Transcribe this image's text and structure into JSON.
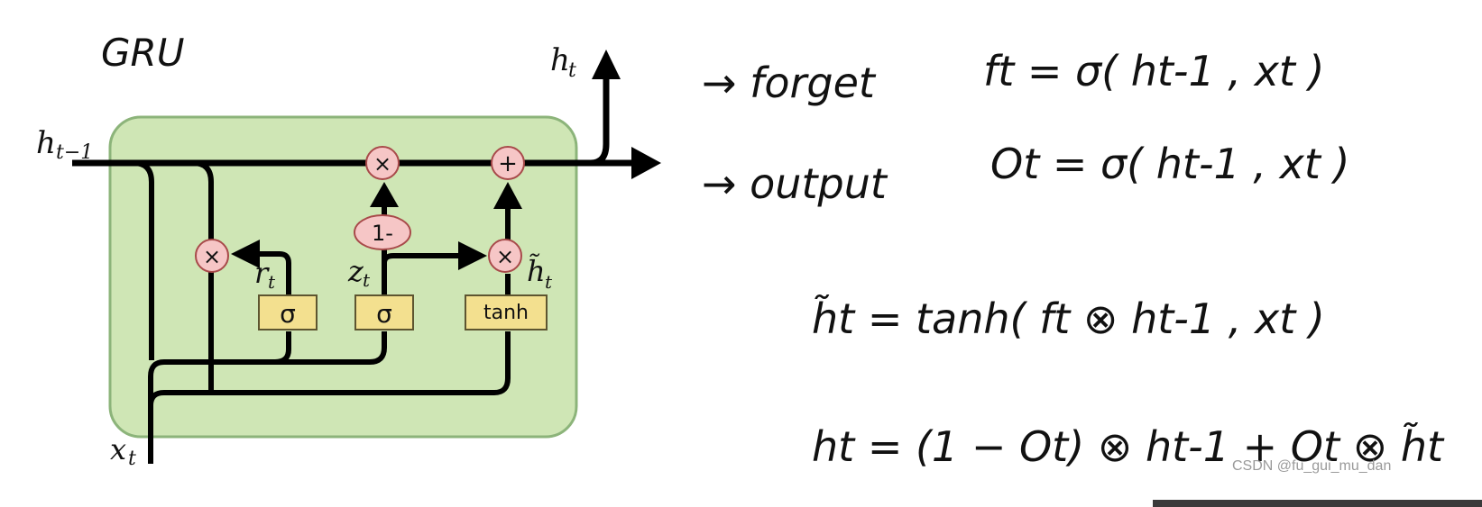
{
  "diagram": {
    "title": "GRU",
    "colors": {
      "cell_fill": "#cfe6b5",
      "cell_stroke": "#8cb47a",
      "op_fill": "#f6c6c6",
      "op_stroke": "#a84a4a",
      "gate_fill": "#f3e08f",
      "gate_stroke": "#5d5530",
      "line": "#000000"
    },
    "labels": {
      "h_prev": "h",
      "h_prev_sub": "t−1",
      "h_out": "h",
      "h_out_sub": "t",
      "x_in": "x",
      "x_in_sub": "t",
      "r": "r",
      "r_sub": "t",
      "z": "z",
      "z_sub": "t",
      "h_tilde": "h̃",
      "h_tilde_sub": "t"
    },
    "operators": {
      "mult": "×",
      "add": "+",
      "one_minus": "1-"
    },
    "gates": {
      "sigma": "σ",
      "tanh": "tanh"
    }
  },
  "notes": {
    "forget_word": "→ forget",
    "forget_eq": "ft = σ( ht-1 , xt )",
    "output_word": "→ output",
    "output_eq": "Ot = σ( ht-1 , xt )",
    "htilde_eq": "h̃t = tanh( ft ⊗ ht-1 , xt )",
    "ht_eq": "ht = (1 − Ot) ⊗ ht-1 + Ot ⊗ h̃t"
  },
  "watermark": "CSDN @fu_gui_mu_dan"
}
